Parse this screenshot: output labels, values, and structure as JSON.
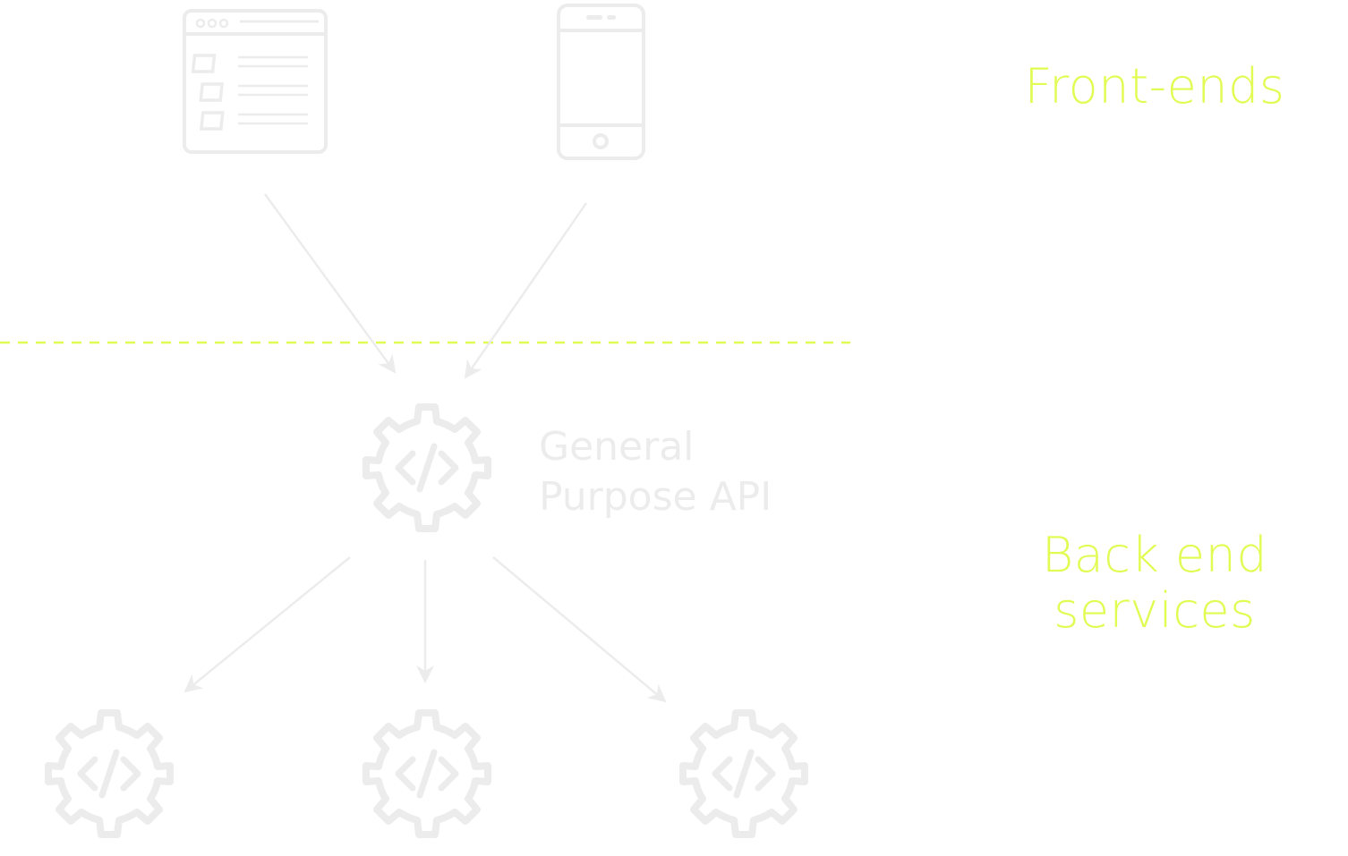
{
  "colors": {
    "accent": "#e2fb52",
    "icon_stroke": "#ececec",
    "background": "#ffffff"
  },
  "zones": {
    "frontends_label": "Front-ends",
    "backends_label_line1": "Back end",
    "backends_label_line2": "services"
  },
  "nodes": {
    "web_app": {
      "icon": "browser-window-icon"
    },
    "mobile_app": {
      "icon": "smartphone-icon"
    },
    "api": {
      "icon": "code-gear-icon",
      "label_line1": "General",
      "label_line2": "Purpose API"
    },
    "services": [
      {
        "icon": "code-gear-icon"
      },
      {
        "icon": "code-gear-icon"
      },
      {
        "icon": "code-gear-icon"
      }
    ]
  },
  "edges": [
    {
      "from": "web_app",
      "to": "api"
    },
    {
      "from": "mobile_app",
      "to": "api"
    },
    {
      "from": "api",
      "to": "services.0"
    },
    {
      "from": "api",
      "to": "services.1"
    },
    {
      "from": "api",
      "to": "services.2"
    }
  ]
}
